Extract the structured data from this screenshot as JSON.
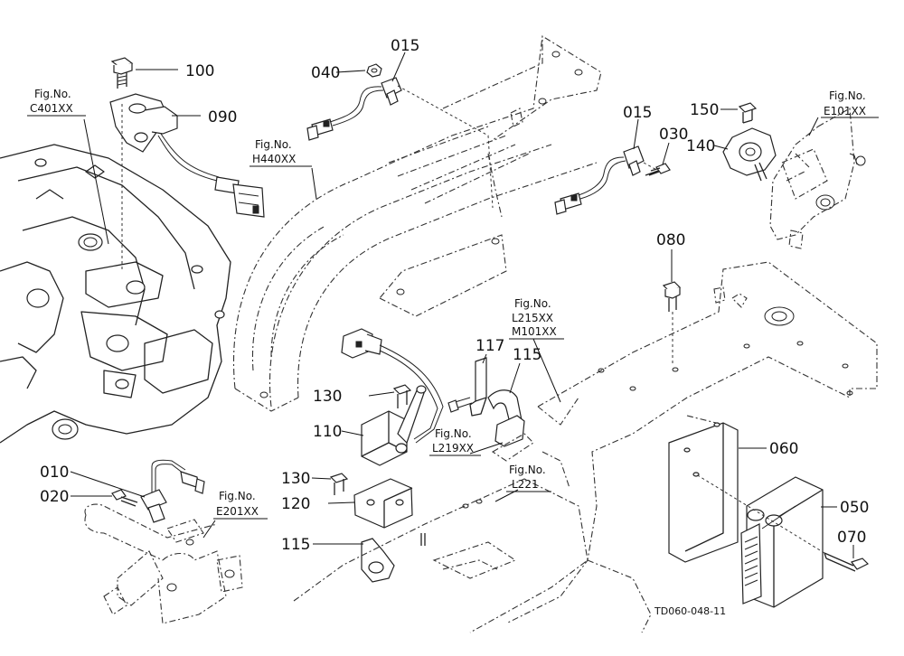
{
  "drawing": {
    "code": "TD060-048-11",
    "parts": [
      {
        "no": "100",
        "name_key": "bolt-top-left"
      },
      {
        "no": "090",
        "name_key": "sensor-top-left"
      },
      {
        "no": "040",
        "name_key": "nut-top"
      },
      {
        "no": "015",
        "name_key": "switch-top"
      },
      {
        "no": "015",
        "name_key": "switch-right"
      },
      {
        "no": "030",
        "name_key": "bolt-switch-right"
      },
      {
        "no": "150",
        "name_key": "bolt-sensor-right"
      },
      {
        "no": "140",
        "name_key": "sensor-right"
      },
      {
        "no": "080",
        "name_key": "bolt-frame"
      },
      {
        "no": "117",
        "name_key": "clip-117"
      },
      {
        "no": "115",
        "name_key": "clamp-upper"
      },
      {
        "no": "130",
        "name_key": "bolt-upper"
      },
      {
        "no": "110",
        "name_key": "sensor-lever"
      },
      {
        "no": "130",
        "name_key": "bolt-lower"
      },
      {
        "no": "120",
        "name_key": "bracket-120"
      },
      {
        "no": "115",
        "name_key": "clamp-lower"
      },
      {
        "no": "010",
        "name_key": "switch-bottom"
      },
      {
        "no": "020",
        "name_key": "bolt-bottom"
      },
      {
        "no": "060",
        "name_key": "bracket-060"
      },
      {
        "no": "050",
        "name_key": "controller-050"
      },
      {
        "no": "070",
        "name_key": "bolt-070"
      }
    ],
    "fig_refs": [
      {
        "label": "Fig.No.",
        "code": "C401XX"
      },
      {
        "label": "Fig.No.",
        "code": "H440XX"
      },
      {
        "label": "Fig.No.",
        "code": "E101XX"
      },
      {
        "label": "Fig.No.",
        "code": "L215XX",
        "code2": "M101XX"
      },
      {
        "label": "Fig.No.",
        "code": "L219XX"
      },
      {
        "label": "Fig.No.",
        "code": "L221"
      },
      {
        "label": "Fig.No.",
        "code": "E201XX"
      }
    ]
  }
}
